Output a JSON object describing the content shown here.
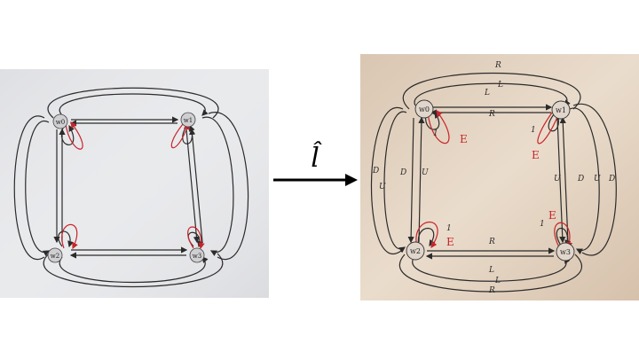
{
  "operator": {
    "symbol": "l̂"
  },
  "left_diagram": {
    "nodes": [
      "w0",
      "w1",
      "w2",
      "w3"
    ]
  },
  "right_diagram": {
    "nodes": [
      "w0",
      "w1",
      "w2",
      "w3"
    ],
    "edge_labels": {
      "top_outer": "R",
      "top_mid": "L",
      "top_inner_l": "L",
      "top_inner_r": "R",
      "bottom_inner": "R",
      "bottom_mid_l": "L",
      "bottom_mid_r": "L",
      "bottom_outer": "R",
      "left_d1": "D",
      "left_u1": "U",
      "left_d2": "D",
      "left_u2": "U",
      "right_u": "U",
      "right_d1": "D",
      "right_u2": "U",
      "right_d2": "D"
    },
    "loop_labels": {
      "w0": "1",
      "w1": "1",
      "w2": "1",
      "w3": "1"
    },
    "red_labels": {
      "w0": "E",
      "w1": "E",
      "w2": "E",
      "w3": "E"
    }
  },
  "colors": {
    "ink": "#2b2b2b",
    "red_ink": "#c8242a",
    "paper_left": "#e8e9ec",
    "paper_right": "#e2d3c2"
  }
}
